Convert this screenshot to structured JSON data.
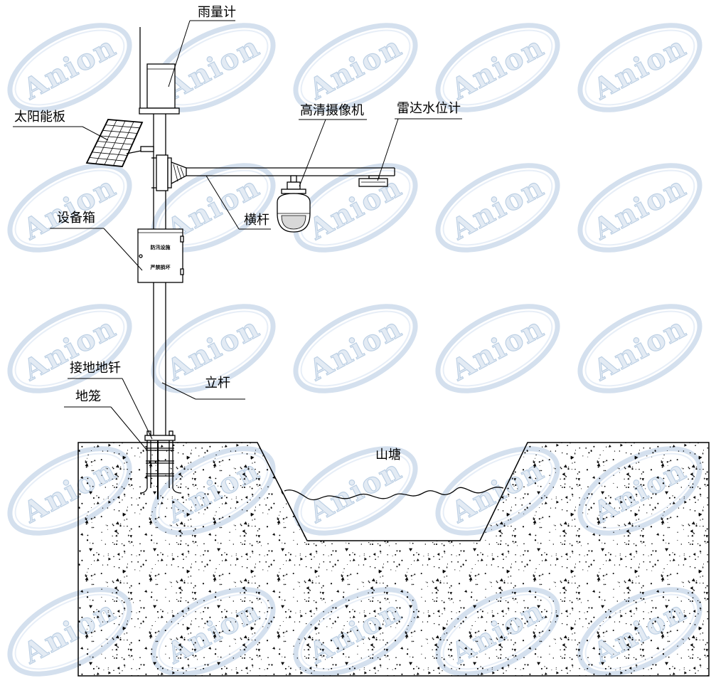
{
  "diagram": {
    "labels": {
      "rain_gauge": "雨量计",
      "solar_panel": "太阳能板",
      "hd_camera": "高清摄像机",
      "radar_level_gauge": "雷达水位计",
      "cross_arm": "横杆",
      "equipment_box": "设备箱",
      "grounding_rod": "接地地钎",
      "pole": "立杆",
      "ground_cage": "地笼",
      "pond": "山塘"
    },
    "equipment_box_sign": [
      "防汛设施",
      "严禁损坏"
    ]
  },
  "watermark": {
    "text": "Anion"
  },
  "colors": {
    "line": "#000000",
    "watermark": "#c9d9ea",
    "background": "#ffffff"
  }
}
